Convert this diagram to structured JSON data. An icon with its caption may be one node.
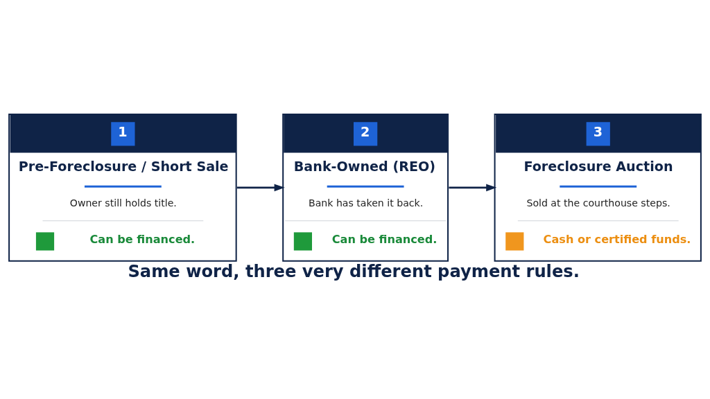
{
  "diagram": {
    "caption": "Same word, three very different payment rules.",
    "nodes": [
      {
        "text": [
          "1",
          "Pre-Foreclosure / Short Sale",
          "Owner still holds title.",
          "Can be financed."
        ]
      },
      {
        "text": [
          "2",
          "Bank-Owned (REO)",
          "Bank has taken it back.",
          "Can be financed."
        ]
      },
      {
        "text": [
          "3",
          "Foreclosure Auction",
          "Sold at the courthouse steps.",
          "Cash or certified funds."
        ]
      }
    ],
    "edges": [
      {
        "from": 0,
        "to": 1,
        "arrow": "to"
      },
      {
        "from": 1,
        "to": 2,
        "arrow": "to"
      }
    ]
  }
}
